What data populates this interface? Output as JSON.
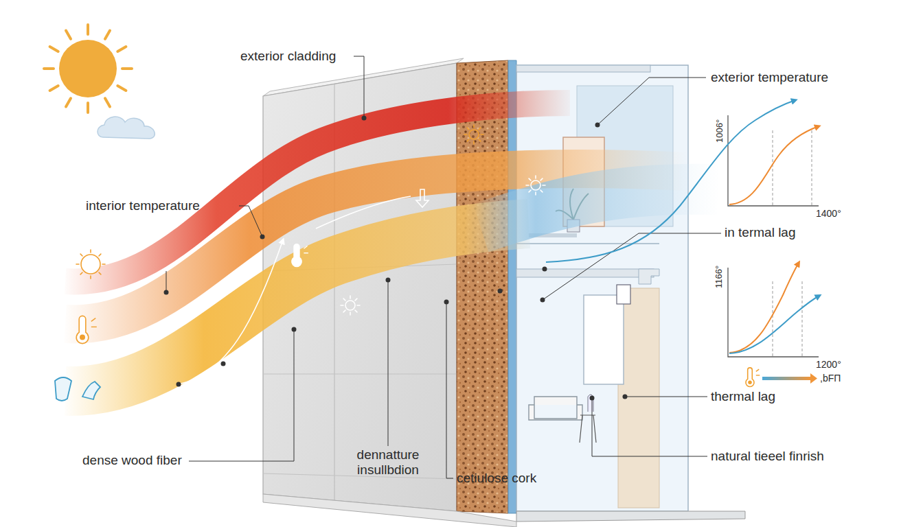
{
  "diagram": {
    "labels": [
      "exterior cladding",
      "exterior temperature",
      "1006°",
      "interior temperature",
      "1400°",
      "in termal lag",
      "1166°",
      "1200°",
      ",bFΠ",
      "thermal lag",
      "dense wood fiber",
      "dennatture insullbdion",
      "cetiulose cork",
      "natural tieeel finrish"
    ]
  }
}
